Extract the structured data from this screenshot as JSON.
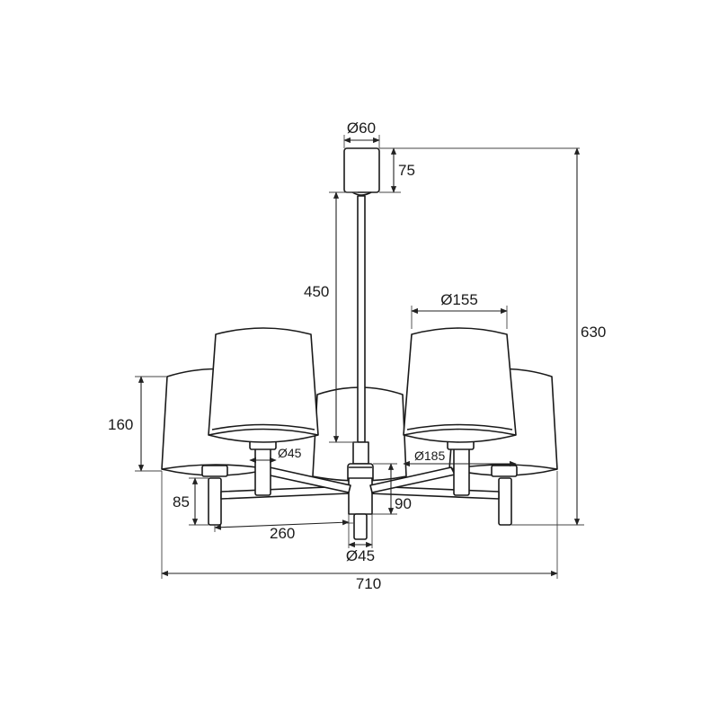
{
  "diagram": {
    "stroke_color": "#1a1a1a",
    "background": "#ffffff",
    "dimensions": {
      "canopy_diameter": "Ø60",
      "canopy_height": "75",
      "rod_length": "450",
      "total_height": "630",
      "shade_top_diameter": "Ø155",
      "shade_height": "160",
      "arm_holder_diameter": "Ø45",
      "shade_bottom_diameter": "Ø185",
      "hub_height": "90",
      "socket_drop": "85",
      "arm_length": "260",
      "hub_diameter": "Ø45",
      "total_width": "710"
    }
  }
}
